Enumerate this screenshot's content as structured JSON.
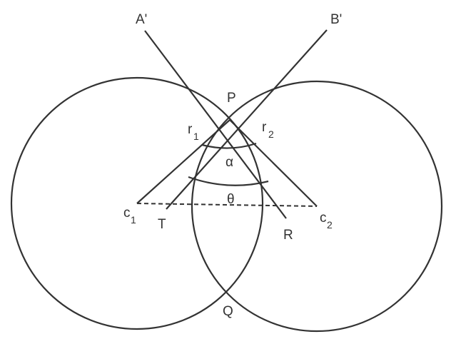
{
  "labels": {
    "a_prime": "A'",
    "b_prime": "B'",
    "p": "P",
    "q": "Q",
    "r1": "r",
    "r1_sub": "1",
    "r2": "r",
    "r2_sub": "2",
    "alpha": "α",
    "theta": "θ",
    "c1": "c",
    "c1_sub": "1",
    "c2": "c",
    "c2_sub": "2",
    "t": "T",
    "r": "R"
  },
  "colors": {
    "stroke": "#333333",
    "background": "#ffffff"
  }
}
